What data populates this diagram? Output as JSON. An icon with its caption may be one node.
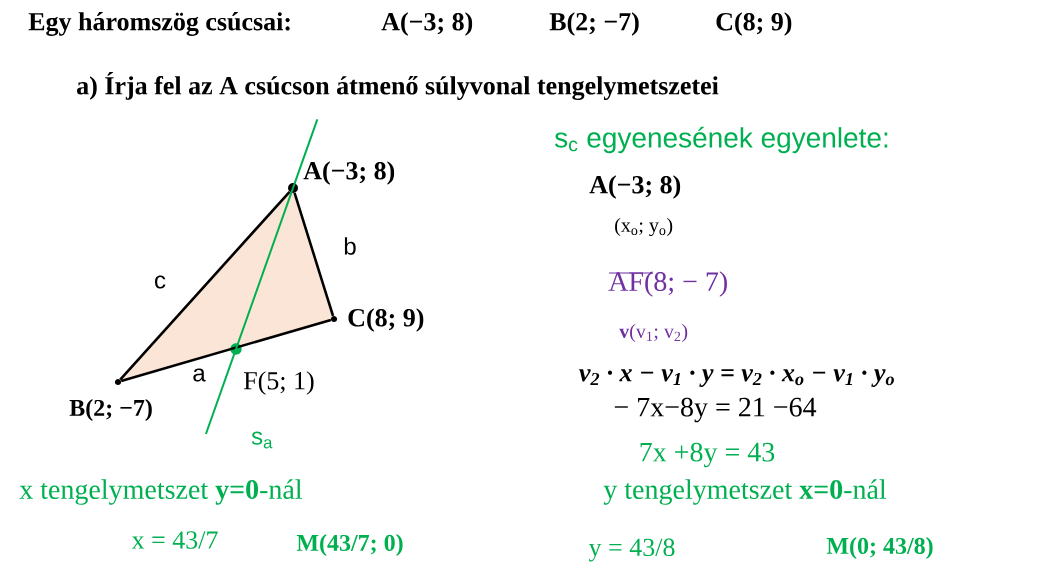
{
  "diagram": {
    "nodes": [
      {
        "text": [],
        "shape": "circle",
        "beside": [
          "A(−3; 8)"
        ]
      },
      {
        "text": [],
        "shape": "circle",
        "beside": [
          "B(2; −7)"
        ]
      },
      {
        "text": [],
        "shape": "circle",
        "beside": [
          "C(8; 9)"
        ]
      },
      {
        "text": [],
        "shape": "circle",
        "beside": [
          "F(5; 1)"
        ]
      }
    ],
    "edges": [
      {
        "from": 0,
        "to": 1,
        "arrow": "none",
        "label": "c"
      },
      {
        "from": 1,
        "to": 2,
        "arrow": "none",
        "label": "a"
      },
      {
        "from": 2,
        "to": 0,
        "arrow": "none",
        "label": "b"
      },
      {
        "from": 0,
        "to": 3,
        "arrow": "none",
        "label": "s$_{a}$",
        "color": "#00b050"
      }
    ],
    "labels": [
      "Egy háromszög csúcsai:",
      "A(−3; 8)",
      "B(2; −7)",
      "C(8; 9)",
      "a) Írja fel az A csúcson átmenő súlyvonal tengelymetszetei",
      "s$_{c}$ egyenesének egyenlete:",
      "A(−3; 8)",
      "(x$_{o}$; y$_{o}$)",
      "AF(8; − 7)",
      "**v**(v$_{1}$; v$_{2}$)",
      "v$_{2}$ · x − v$_{1}$ · y = v$_{2}$ · x$_{o}$ − v$_{1}$ · y$_{o}$",
      "− 7x−8y = 21 −64",
      "7x +8y = 43",
      "x tengelymetszet **y=0**-nál",
      "y tengelymetszet **x=0**-nál",
      "x = 43/7",
      "M(43/7; 0)",
      "y = 43/8",
      "M(0; 43/8)"
    ]
  }
}
